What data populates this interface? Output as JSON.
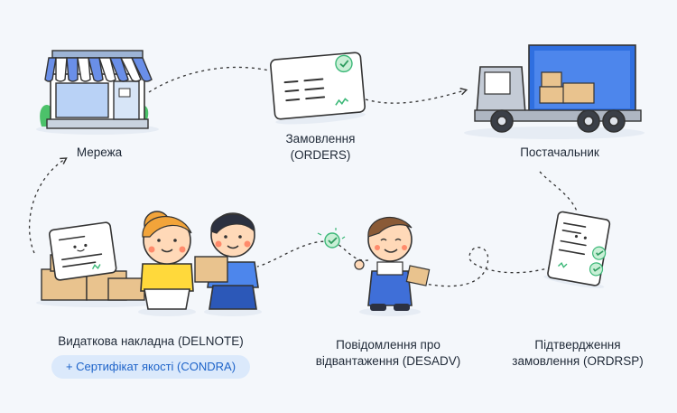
{
  "labels": {
    "network": "Мережа",
    "order_line1": "Замовлення",
    "order_line2": "(ORDERS)",
    "supplier": "Постачальник",
    "delnote": "Видаткова накладна (DELNOTE)",
    "certificate": "+ Сертифікат якості (CONDRA)",
    "desadv_line1": "Повідомлення про",
    "desadv_line2": "відвантаження (DESADV)",
    "ordrsp_line1": "Підтвердження",
    "ordrsp_line2": "замовлення (ORDRSP)"
  },
  "colors": {
    "background": "#f4f7fb",
    "accent_blue": "#2f6fe0",
    "check_green": "#3cb878",
    "box_tan": "#e9c38e",
    "awning_blue": "#6a8fe8",
    "pill_bg": "#dbe9fb",
    "pill_text": "#1d63c9"
  }
}
